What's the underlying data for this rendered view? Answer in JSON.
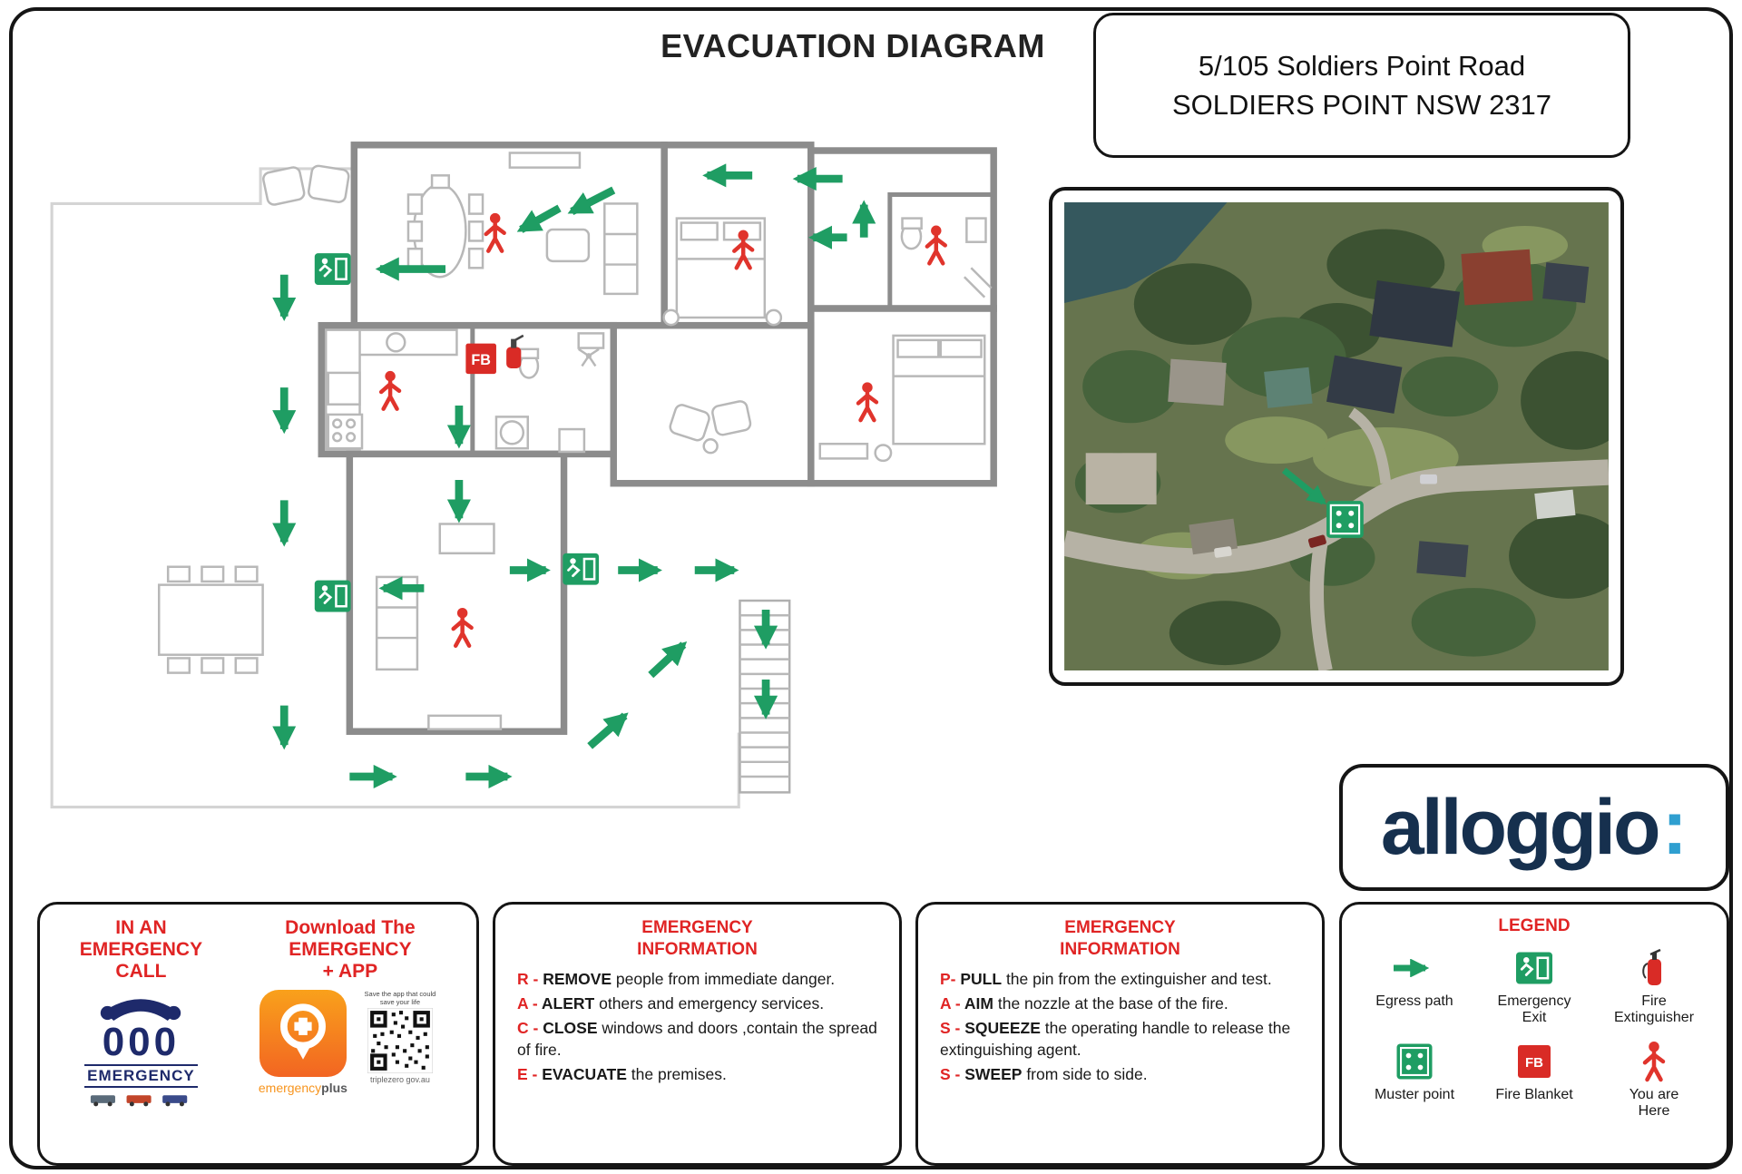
{
  "page": {
    "title": "EVACUATION DIAGRAM",
    "address_line1": "5/105 Soldiers Point Road",
    "address_line2": "SOLDIERS POINT NSW 2317"
  },
  "logo": {
    "text": "alloggio",
    "colon": ":"
  },
  "floor_plan": {
    "fire_blanket_code": "FB"
  },
  "emergency_call": {
    "heading_lines": [
      "IN AN",
      "EMERGENCY",
      "CALL"
    ],
    "download_lines": [
      "Download The",
      "EMERGENCY",
      "+ APP"
    ],
    "phone_number": "000",
    "phone_label": "EMERGENCY",
    "app_name_1": "emergency",
    "app_name_2": "plus",
    "qr_caption": "Save the app that could save your life",
    "qr_site": "triplezero gov.au"
  },
  "race": {
    "heading_line1": "EMERGENCY",
    "heading_line2": "INFORMATION",
    "items": [
      {
        "prefix": "R - ",
        "keyword": "REMOVE",
        "rest": " people from immediate danger."
      },
      {
        "prefix": "A - ",
        "keyword": "ALERT",
        "rest": " others and emergency services."
      },
      {
        "prefix": "C - ",
        "keyword": "CLOSE",
        "rest": " windows and doors ,contain the spread of fire."
      },
      {
        "prefix": "E - ",
        "keyword": "EVACUATE",
        "rest": " the premises."
      }
    ]
  },
  "pass": {
    "heading_line1": "EMERGENCY",
    "heading_line2": "INFORMATION",
    "items": [
      {
        "prefix": "P- ",
        "keyword": "PULL",
        "rest": " the pin from the extinguisher and test."
      },
      {
        "prefix": "A - ",
        "keyword": "AIM",
        "rest": " the nozzle at the base of the fire."
      },
      {
        "prefix": "S - ",
        "keyword": "SQUEEZE",
        "rest": " the operating handle to release the extinguishing agent."
      },
      {
        "prefix": "S - ",
        "keyword": "SWEEP",
        "rest": " from side to side."
      }
    ]
  },
  "legend": {
    "heading": "LEGEND",
    "items": [
      {
        "label": "Egress path",
        "icon": "egress-path-arrow"
      },
      {
        "label": "Emergency Exit",
        "icon": "emergency-exit-sign"
      },
      {
        "label": "Fire Extinguisher",
        "icon": "fire-extinguisher"
      },
      {
        "label": "Muster point",
        "icon": "muster-point-sign"
      },
      {
        "label": "Fire Blanket",
        "icon": "fire-blanket",
        "code": "FB"
      },
      {
        "label": "You are Here",
        "icon": "you-are-here-person"
      }
    ]
  },
  "colors": {
    "egress_green": "#1f9d63",
    "alert_red": "#e02424",
    "navy_000": "#1e2a6b",
    "logo_navy": "#16304e",
    "logo_blue": "#2f9fd0",
    "fire_red": "#d92b26"
  }
}
